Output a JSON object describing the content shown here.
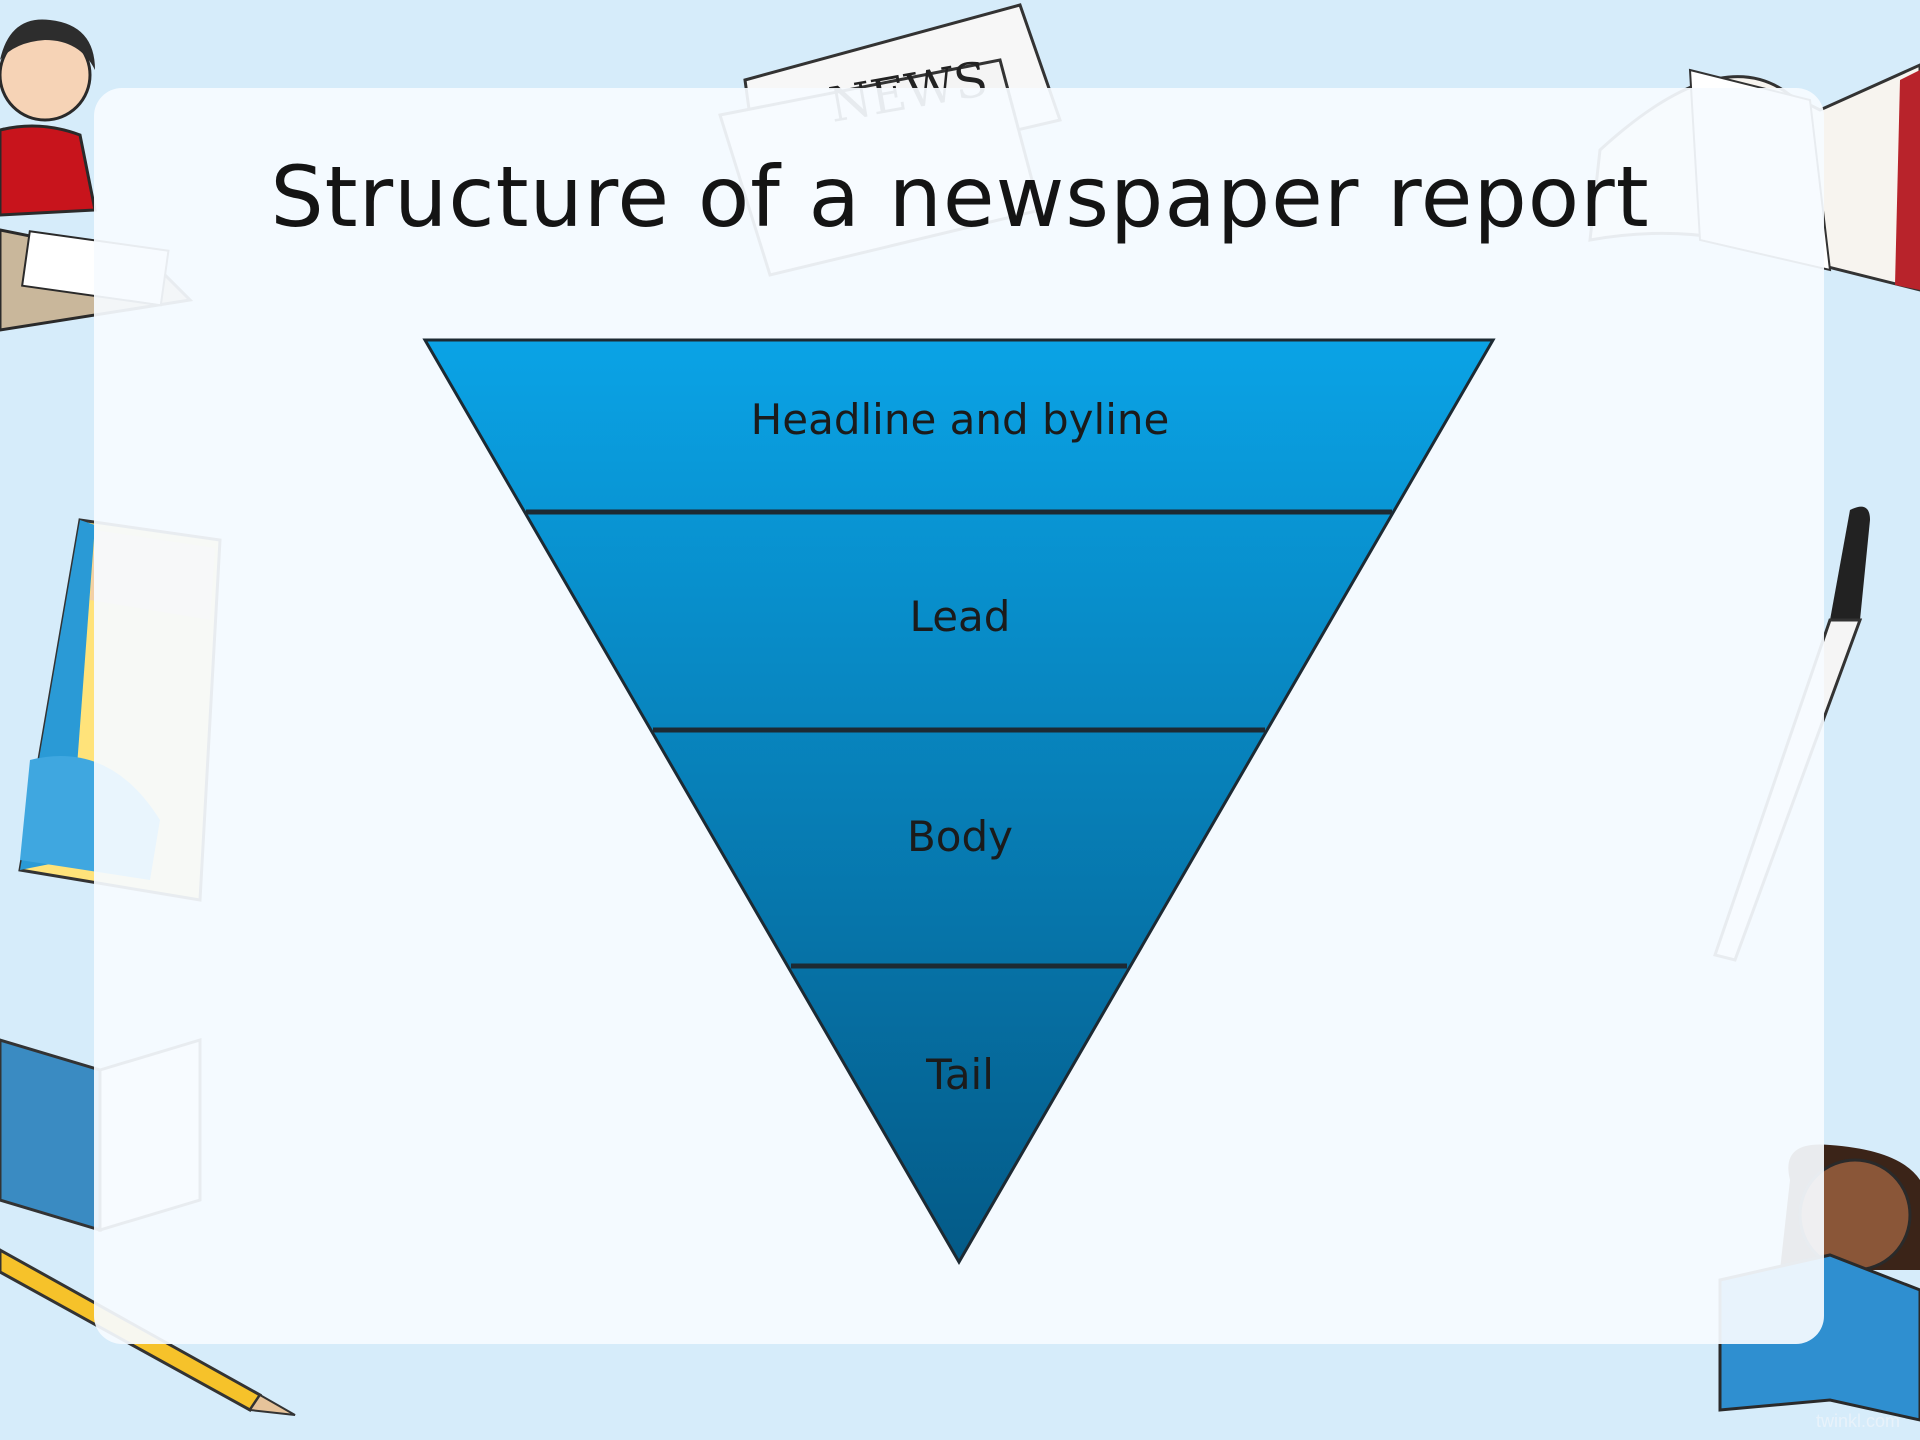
{
  "slide": {
    "title": "Structure of a newspaper report",
    "watermark": "twinkl.com"
  },
  "decor": {
    "newspaper_masthead": "NEWS"
  },
  "pyramid": {
    "tiers": [
      {
        "label": "Headline and byline"
      },
      {
        "label": "Lead"
      },
      {
        "label": "Body"
      },
      {
        "label": "Tail"
      }
    ],
    "colors": {
      "top": "#0aa3e6",
      "bottom": "#045a87",
      "outline": "#1d2a33"
    }
  }
}
